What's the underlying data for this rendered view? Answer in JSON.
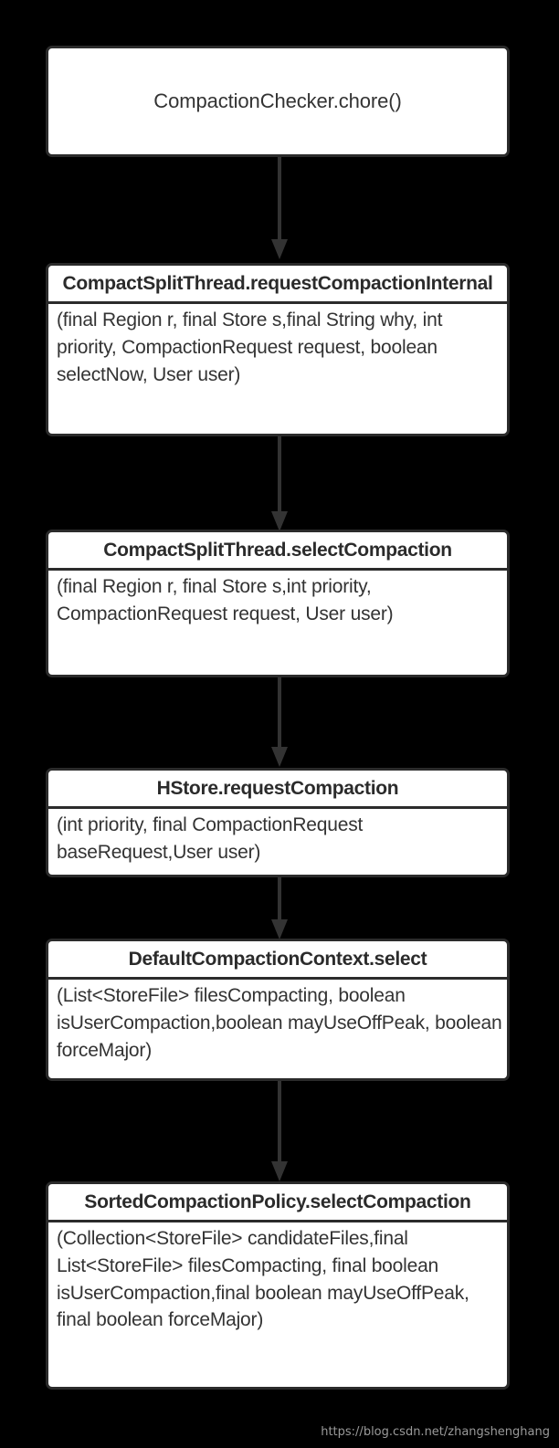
{
  "diagram": {
    "type": "flowchart",
    "orientation": "top-to-bottom",
    "background_color": "#000000",
    "node_fill_color": "#ffffff",
    "node_border_color": "#2b2b2b",
    "text_color": "#333333",
    "arrow_color": "#333333",
    "nodes": [
      {
        "id": "n1",
        "style": "simple",
        "title": "CompactionChecker.chore()",
        "body": ""
      },
      {
        "id": "n2",
        "style": "record",
        "title": "CompactSplitThread.requestCompactionInternal",
        "body": "(final Region r, final Store s,final String why, int priority, CompactionRequest request, boolean selectNow, User user)"
      },
      {
        "id": "n3",
        "style": "record",
        "title": "CompactSplitThread.selectCompaction",
        "body": "(final Region r, final Store s,int priority, CompactionRequest request, User user)"
      },
      {
        "id": "n4",
        "style": "record",
        "title": "HStore.requestCompaction",
        "body": "(int priority, final CompactionRequest baseRequest,User user)"
      },
      {
        "id": "n5",
        "style": "record",
        "title": "DefaultCompactionContext.select",
        "body": "(List<StoreFile> filesCompacting, boolean isUserCompaction,boolean mayUseOffPeak, boolean forceMajor)"
      },
      {
        "id": "n6",
        "style": "record",
        "title": "SortedCompactionPolicy.selectCompaction",
        "body": "(Collection<StoreFile> candidateFiles,final List<StoreFile> filesCompacting, final boolean isUserCompaction,final boolean mayUseOffPeak, final boolean forceMajor)"
      }
    ],
    "edges": [
      {
        "from": "n1",
        "to": "n2",
        "label": ""
      },
      {
        "from": "n2",
        "to": "n3",
        "label": ""
      },
      {
        "from": "n3",
        "to": "n4",
        "label": ""
      },
      {
        "from": "n4",
        "to": "n5",
        "label": ""
      },
      {
        "from": "n5",
        "to": "n6",
        "label": ""
      }
    ]
  },
  "watermark": {
    "text": "https://blog.csdn.net/zhangshenghang"
  }
}
